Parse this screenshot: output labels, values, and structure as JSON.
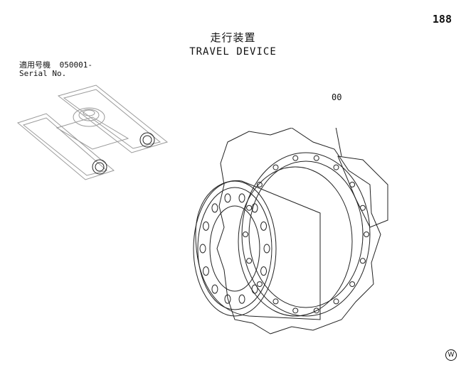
{
  "page": {
    "number": "188",
    "title_jp": "走行装置",
    "title_en": "TRAVEL DEVICE"
  },
  "serial": {
    "label_jp": "適用号機",
    "value": "050001-",
    "label_en": "Serial No."
  },
  "callouts": {
    "part_number": "00"
  },
  "watermark": {
    "mark": "W"
  }
}
